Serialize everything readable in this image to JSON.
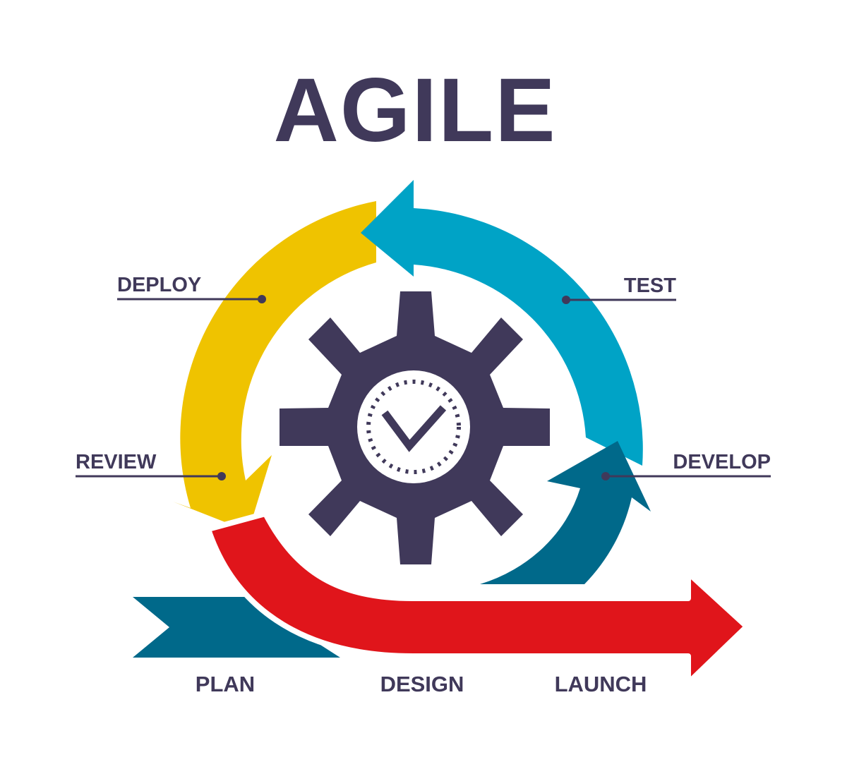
{
  "title": "AGILE",
  "stages": {
    "deploy": "DEPLOY",
    "test": "TEST",
    "review": "REVIEW",
    "develop": "DEVELOP",
    "plan": "PLAN",
    "design": "DESIGN",
    "launch": "LAUNCH"
  },
  "colors": {
    "text": "#40395A",
    "yellow": "#EFC300",
    "cyan": "#00A3C6",
    "dark_teal": "#00698A",
    "red": "#E0151B",
    "gear": "#40395A",
    "background": "#FFFFFF"
  },
  "icons": {
    "center": "gear-checkmark-icon"
  }
}
